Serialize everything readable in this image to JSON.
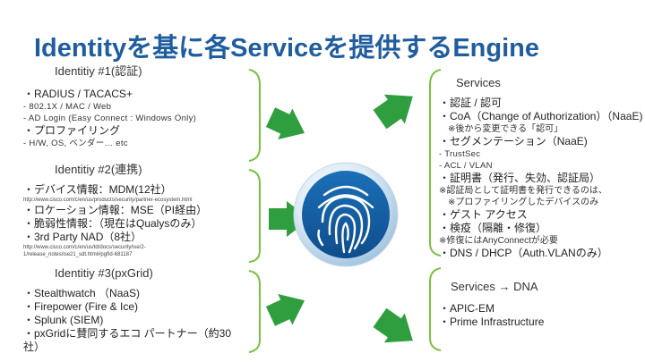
{
  "title": "Identityを基に各Serviceを提供するEngine",
  "left": {
    "sec1": {
      "label": "Identitiy #1(認証)",
      "items": [
        {
          "cls": "bullet",
          "text": "・RADIUS / TACACS+"
        },
        {
          "cls": "sub",
          "text": "- 802.1X / MAC / Web"
        },
        {
          "cls": "sub",
          "text": "- AD Login (Easy Connect : Windows Only)"
        },
        {
          "cls": "bullet",
          "text": "・プロファイリング"
        },
        {
          "cls": "sub",
          "text": "- H/W, OS, ベンダー… etc"
        }
      ]
    },
    "sec2": {
      "label": "Identitiy #2(連携)",
      "items": [
        {
          "cls": "bullet",
          "text": "・デバイス情報：MDM(12社）"
        },
        {
          "cls": "tiny",
          "text": "http://www.cisco.com/c/en/us/products/security/partner-ecosystem.html"
        },
        {
          "cls": "bullet",
          "text": "・ロケーション情報：MSE（PI経由）"
        },
        {
          "cls": "bullet",
          "text": "・脆弱性情報：（現在はQualysのみ）"
        },
        {
          "cls": "bullet",
          "text": "・3rd Party NAD（8社）"
        },
        {
          "cls": "tiny",
          "text": "http://www.cisco.com/c/en/us/td/docs/security/ise/2-"
        },
        {
          "cls": "tiny",
          "text": "1/release_notes/ise21_sdt.html#pgfId-681187"
        }
      ]
    },
    "sec3": {
      "label": "Identitiy #3(pxGrid)",
      "items": [
        {
          "cls": "bullet",
          "text": "・Stealthwatch （NaaS)"
        },
        {
          "cls": "bullet",
          "text": "・Firepower (Fire & Ice)"
        },
        {
          "cls": "bullet",
          "text": "・Splunk (SIEM)"
        },
        {
          "cls": "bullet",
          "text": "・pxGridに賛同するエコ パートナー（約30"
        },
        {
          "cls": "bullet",
          "text": "社）"
        }
      ]
    }
  },
  "right": {
    "sec1": {
      "label": "Services",
      "items": [
        {
          "cls": "bullet",
          "text": "・認証 / 認可"
        },
        {
          "cls": "bullet",
          "text": "・CoA（Change of Authorization）（NaaE)"
        },
        {
          "cls": "note",
          "text": "　※後から変更できる「認可」"
        },
        {
          "cls": "bullet",
          "text": "・セグメンテーション（NaaE)"
        },
        {
          "cls": "sub",
          "text": "- TrustSec"
        },
        {
          "cls": "sub",
          "text": "- ACL / VLAN"
        },
        {
          "cls": "bullet",
          "text": "・証明書（発行、失効、認証局）"
        },
        {
          "cls": "note",
          "text": "※認証局として証明書を発行できるのは、"
        },
        {
          "cls": "note",
          "text": "　※プロファイリングしたデバイスのみ"
        },
        {
          "cls": "bullet",
          "text": "・ゲスト アクセス"
        },
        {
          "cls": "bullet",
          "text": "・検疫（隔離・修復）"
        },
        {
          "cls": "note",
          "text": "※修復にはAnyConnectが必要"
        },
        {
          "cls": "bullet",
          "text": "・DNS / DHCP（Auth.VLANのみ）"
        }
      ]
    },
    "sec2": {
      "label": "Services → DNA",
      "items": [
        {
          "cls": "bullet",
          "text": "・APIC-EM"
        },
        {
          "cls": "bullet",
          "text": "・Prime Infrastructure"
        }
      ]
    }
  },
  "colors": {
    "title": "#1f5d9e",
    "bracket": "#7ac143",
    "arrow": "#2e9e3e",
    "logo_blue": "#1a78c2"
  },
  "icons": {
    "center": "fingerprint-logo",
    "arrows": "right-arrow"
  }
}
